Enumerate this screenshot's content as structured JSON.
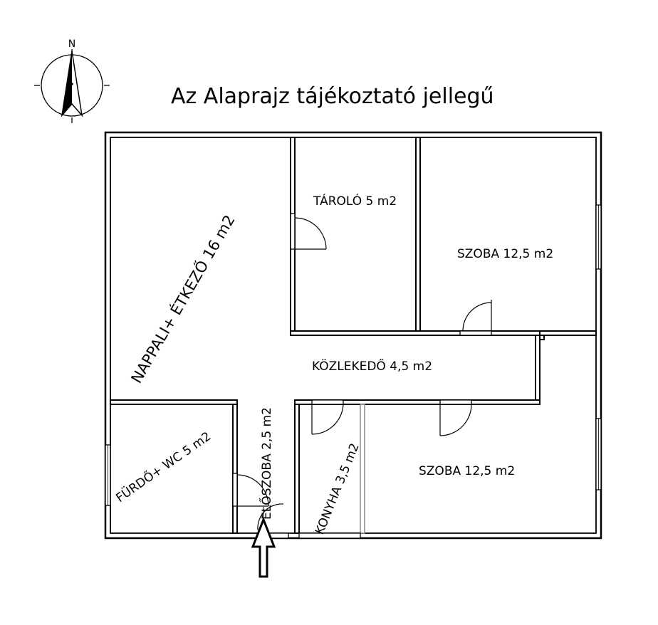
{
  "title": "Az Alaprajz tájékoztató jellegű",
  "compass": {
    "north_label": "N"
  },
  "rooms": {
    "nappali": "NAPPALI+ ÉTKEZŐ 16 m2",
    "tarolo": "TÁROLÓ 5 m2",
    "szoba_upper": "SZOBA 12,5 m2",
    "kozlekedo": "KÖZLEKEDŐ 4,5 m2",
    "furdo": "FÜRDŐ+ WC 5 m2",
    "eloszoba": "ELŐSZOBA 2,5 m2",
    "konyha": "KONYHA 3,5 m2",
    "szoba_lower": "SZOBA 12,5 m2"
  }
}
